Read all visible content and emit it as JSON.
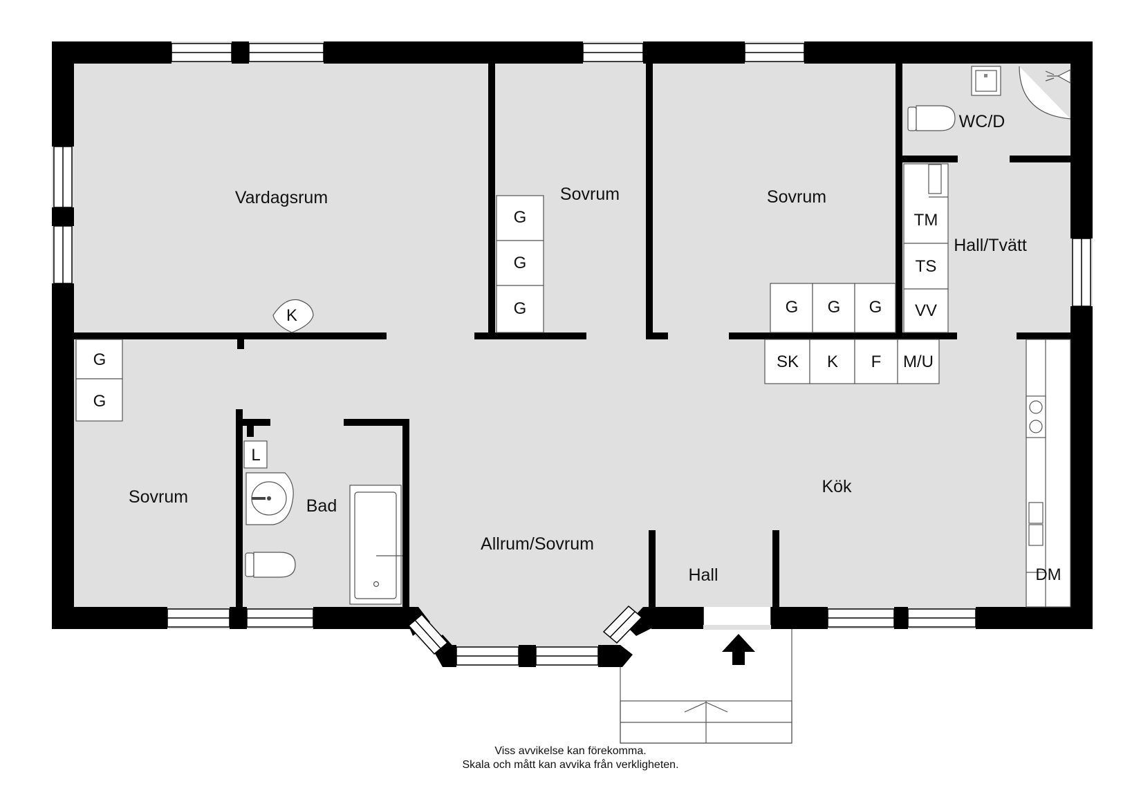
{
  "rooms": {
    "vardagsrum": "Vardagsrum",
    "sovrum_middle": "Sovrum",
    "sovrum_right": "Sovrum",
    "sovrum_left": "Sovrum",
    "wc": "WC/D",
    "hall_tvatt": "Hall/Tvätt",
    "bad": "Bad",
    "allrum": "Allrum/Sovrum",
    "kok": "Kök",
    "hall": "Hall"
  },
  "fixtures": {
    "fireplace": "K",
    "wardrobe": "G",
    "tumble_dryer": "TM",
    "drying_cabinet": "TS",
    "water_heater": "VV",
    "linen_closet": "L",
    "pantry": "SK",
    "fridge": "K",
    "freezer": "F",
    "microwave_oven": "M/U",
    "dishwasher": "DM"
  },
  "disclaimer": {
    "line1": "Viss avvikelse kan förekomma.",
    "line2": "Skala och mått kan avvika från verkligheten."
  },
  "colors": {
    "wall": "#000000",
    "floor": "#e0e0e0",
    "fixture": "#ffffff"
  },
  "icons": {
    "entrance": "arrow-up-icon"
  }
}
